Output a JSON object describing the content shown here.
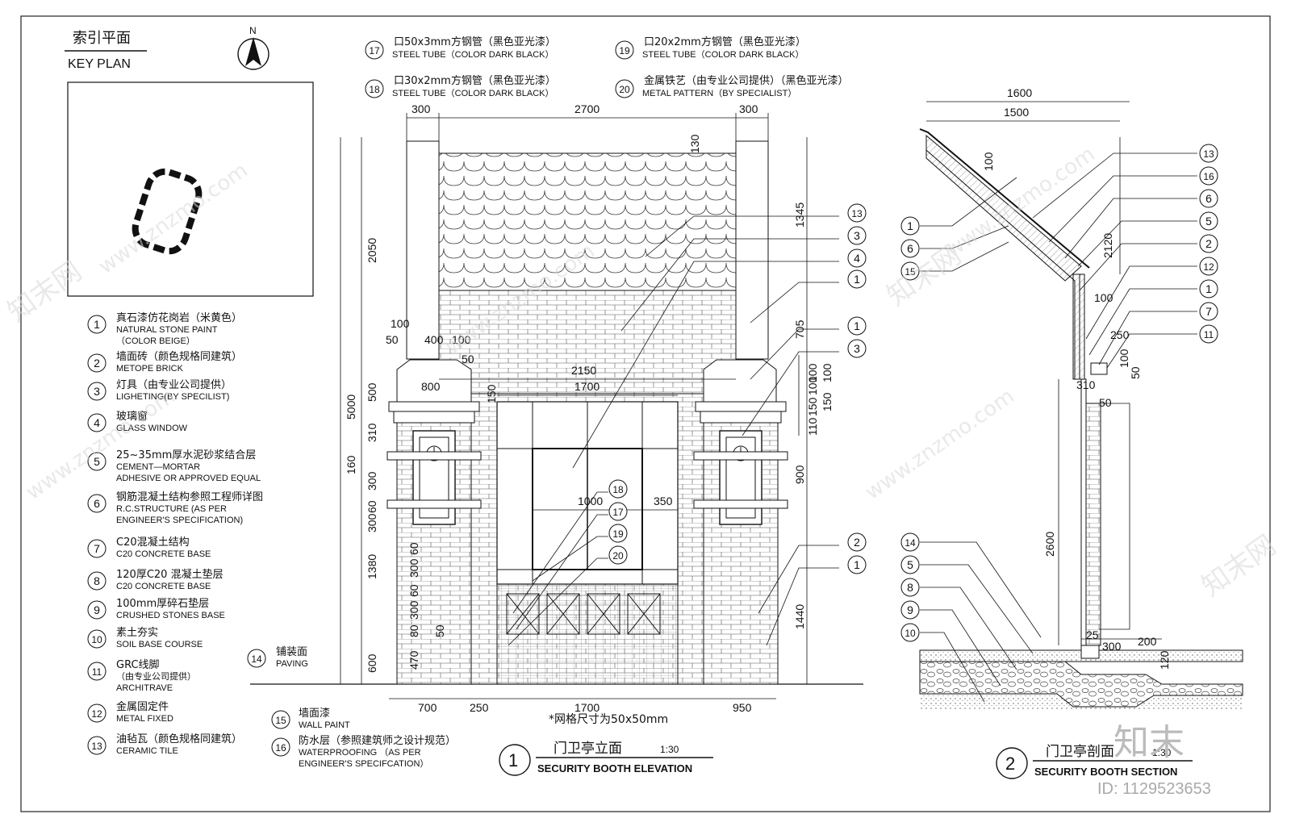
{
  "key_plan": {
    "title_cn": "索引平面",
    "title_en": "KEY PLAN",
    "north": "N"
  },
  "legend_left": [
    {
      "num": "1",
      "cn": "真石漆仿花岗岩（米黄色）",
      "en": [
        "NATURAL STONE PAINT",
        "（COLOR BEIGE）"
      ]
    },
    {
      "num": "2",
      "cn": "墙面砖（颜色规格同建筑）",
      "en": [
        "METOPE BRICK"
      ]
    },
    {
      "num": "3",
      "cn": "灯具（由专业公司提供）",
      "en": [
        "LIGHETING(BY SPECILIST)"
      ]
    },
    {
      "num": "4",
      "cn": "玻璃窗",
      "en": [
        "GLASS WINDOW"
      ]
    },
    {
      "num": "5",
      "cn": "25~35mm厚水泥砂浆结合层",
      "en": [
        "CEMENT—MORTAR",
        "ADHESIVE OR APPROVED EQUAL"
      ]
    },
    {
      "num": "6",
      "cn": "钢筋混凝土结构参照工程师详图",
      "en": [
        "R.C.STRUCTURE (AS PER",
        "ENGINEER'S SPECIFICATION)"
      ]
    },
    {
      "num": "7",
      "cn": "C20混凝土结构",
      "en": [
        "C20 CONCRETE BASE"
      ]
    },
    {
      "num": "8",
      "cn": "120厚C20 混凝土垫层",
      "en": [
        "C20 CONCRETE BASE"
      ]
    },
    {
      "num": "9",
      "cn": "100mm厚碎石垫层",
      "en": [
        "CRUSHED STONES BASE"
      ]
    },
    {
      "num": "10",
      "cn": "素土夯实",
      "en": [
        "SOIL BASE COURSE"
      ]
    },
    {
      "num": "11",
      "cn": "GRC线脚",
      "en": [
        "（由专业公司提供）",
        "ARCHITRAVE"
      ]
    },
    {
      "num": "12",
      "cn": "金属固定件",
      "en": [
        "METAL FIXED"
      ]
    },
    {
      "num": "13",
      "cn": "油毡瓦（颜色规格同建筑）",
      "en": [
        "CERAMIC TILE"
      ]
    }
  ],
  "legend_mid": [
    {
      "num": "14",
      "cn": "铺装面",
      "en": [
        "PAVING"
      ]
    },
    {
      "num": "15",
      "cn": "墙面漆",
      "en": [
        "WALL PAINT"
      ]
    },
    {
      "num": "16",
      "cn": "防水层（参照建筑师之设计规范）",
      "en": [
        "WATERPROOFING （AS PER",
        "ENGINEER'S SPECIFCATION）"
      ]
    }
  ],
  "legend_top": [
    {
      "num": "17",
      "cn": "口50x3mm方钢管（黑色亚光漆）",
      "en": "STEEL TUBE（COLOR DARK BLACK）"
    },
    {
      "num": "18",
      "cn": "口30x2mm方钢管（黑色亚光漆）",
      "en": "STEEL TUBE（COLOR DARK BLACK）"
    },
    {
      "num": "19",
      "cn": "口20x2mm方钢管（黑色亚光漆）",
      "en": "STEEL TUBE（COLOR DARK BLACK）"
    },
    {
      "num": "20",
      "cn": "金属铁艺（由专业公司提供）（黑色亚光漆）",
      "en": "METAL PATTERN（BY SPECIALIST）"
    }
  ],
  "elevation": {
    "num": "1",
    "title_cn": "门卫亭立面",
    "title_en": "SECURITY BOOTH ELEVATION",
    "scale": "1:30",
    "grid_note": "*网格尺寸为50x50mm",
    "dims_top": [
      "300",
      "2700",
      "300",
      "130"
    ],
    "dims_left": [
      "5000",
      "2050",
      "500",
      "310",
      "160",
      "300",
      "60",
      "300",
      "1380",
      "600",
      "100",
      "50",
      "400",
      "100",
      "50",
      "800",
      "60",
      "300",
      "60",
      "300",
      "80",
      "470",
      "50",
      "150"
    ],
    "dims_right": [
      "1345",
      "705",
      "100",
      "100",
      "100",
      "150",
      "150",
      "110",
      "900",
      "1440"
    ],
    "dims_mid": [
      "2150",
      "1700",
      "1000",
      "350"
    ],
    "dims_bottom": [
      "700",
      "250",
      "1700",
      "950"
    ],
    "callouts_right": [
      "13",
      "3",
      "4",
      "1",
      "1",
      "3",
      "2",
      "1"
    ],
    "callouts_center": [
      "18",
      "17",
      "19",
      "20"
    ]
  },
  "section": {
    "num": "2",
    "title_cn": "门卫亭剖面",
    "title_en": "SECURITY BOOTH SECTION",
    "scale": "1:30",
    "dims": [
      "1600",
      "1500",
      "100",
      "2120",
      "100",
      "250",
      "100",
      "50",
      "310",
      "50",
      "2600",
      "25",
      "300",
      "200",
      "120"
    ],
    "callouts_left": [
      "1",
      "6",
      "15",
      "14",
      "5",
      "8",
      "9",
      "10"
    ],
    "callouts_right": [
      "13",
      "16",
      "6",
      "5",
      "2",
      "12",
      "1",
      "7",
      "11"
    ]
  },
  "watermark": {
    "site": "www.znzmo.com",
    "logo": "知末",
    "id": "ID: 1129523653",
    "brand": "知末网"
  }
}
